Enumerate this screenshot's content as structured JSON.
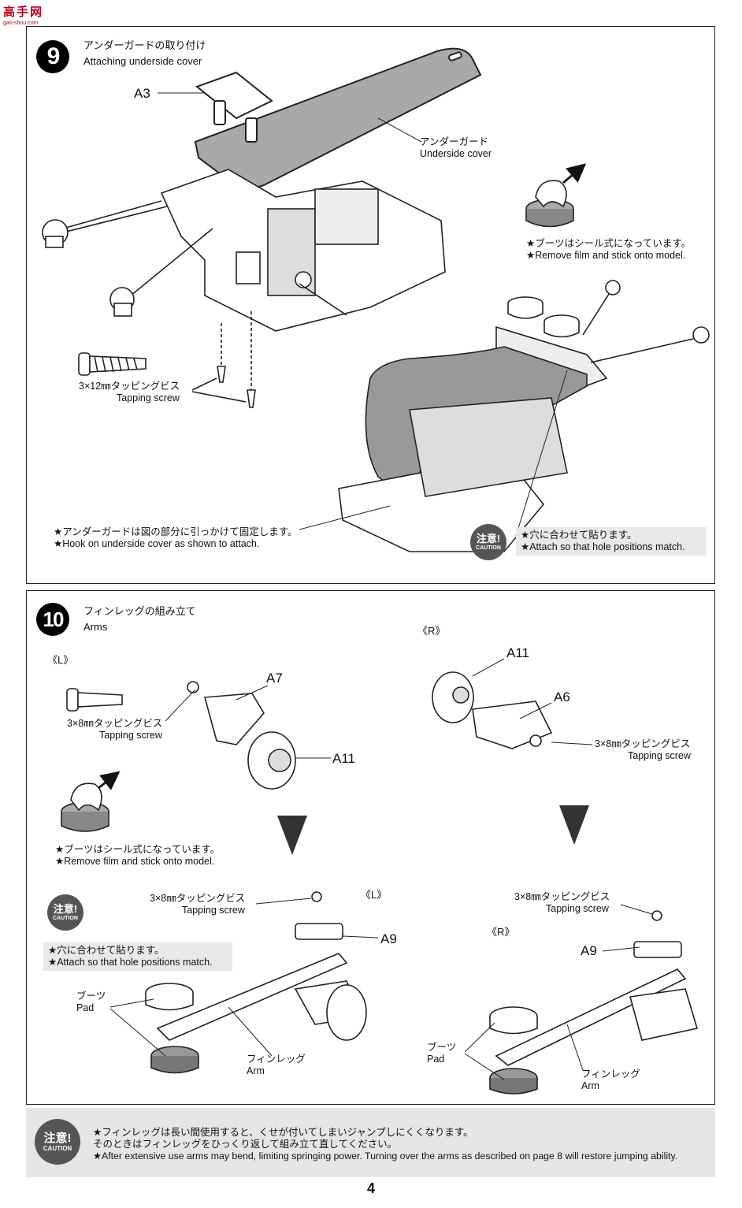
{
  "site_logo": {
    "name": "高手网",
    "url": "gao-shou.com"
  },
  "step9": {
    "number": "9",
    "title_jp": "アンダーガードの取り付け",
    "title_en": "Attaching underside cover",
    "part_a3": "A3",
    "cover_jp": "アンダーガード",
    "cover_en": "Underside cover",
    "boots_jp": "★ブーツはシール式になっています。",
    "boots_en": "★Remove film and stick onto model.",
    "screw_jp": "3×12㎜タッピングビス",
    "screw_en": "Tapping screw",
    "hook_jp": "★アンダーガードは図の部分に引っかけて固定します。",
    "hook_en": "★Hook on underside cover as shown to attach.",
    "hole_jp": "★穴に合わせて貼ります。",
    "hole_en": "★Attach so that hole positions match."
  },
  "step10": {
    "number": "10",
    "title_jp": "フィンレッグの組み立て",
    "title_en": "Arms",
    "left_mark": "《L》",
    "right_mark": "《R》",
    "part_a7": "A7",
    "part_a11": "A11",
    "part_a6": "A6",
    "part_a9": "A9",
    "screw8_jp": "3×8㎜タッピングビス",
    "screw8_en": "Tapping screw",
    "boots_jp": "★ブーツはシール式になっています。",
    "boots_en": "★Remove film and stick onto model.",
    "hole_jp": "★穴に合わせて貼ります。",
    "hole_en": "★Attach so that hole positions match.",
    "pad_jp": "ブーツ",
    "pad_en": "Pad",
    "arm_jp": "フィンレッグ",
    "arm_en": "Arm"
  },
  "caution": {
    "jp": "注意!",
    "en": "CAUTION"
  },
  "footer": {
    "line1": "★フィンレッグは長い間使用すると、くせが付いてしまいジャンプしにくくなります。",
    "line2": "そのときはフィンレッグをひっくり返して組み立て直してください。",
    "line3": "★After extensive use arms may bend, limiting springing power. Turning over the arms as described on page 8 will restore jumping ability."
  },
  "page_number": "4"
}
